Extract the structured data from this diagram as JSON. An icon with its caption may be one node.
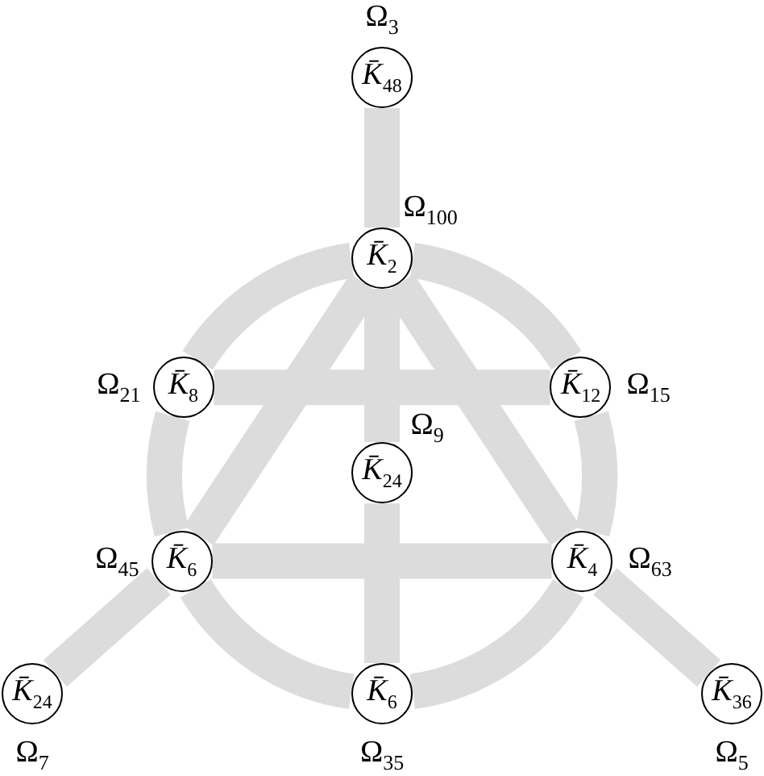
{
  "diagram": {
    "nodes": [
      {
        "text": [
          "*K̄*$_{48}$"
        ],
        "beside": [
          "Ω$_{3}$"
        ]
      },
      {
        "text": [
          "*K̄*$_{2}$"
        ],
        "beside": [
          "Ω$_{100}$"
        ]
      },
      {
        "text": [
          "*K̄*$_{8}$"
        ],
        "beside": [
          "Ω$_{21}$"
        ]
      },
      {
        "text": [
          "*K̄*$_{12}$"
        ],
        "beside": [
          "Ω$_{15}$"
        ]
      },
      {
        "text": [
          "*K̄*$_{24}$"
        ],
        "beside": [
          "Ω$_{9}$"
        ]
      },
      {
        "text": [
          "*K̄*$_{6}$"
        ],
        "beside": [
          "Ω$_{45}$"
        ]
      },
      {
        "text": [
          "*K̄*$_{4}$"
        ],
        "beside": [
          "Ω$_{63}$"
        ]
      },
      {
        "text": [
          "*K̄*$_{24}$"
        ],
        "beside": [
          "Ω$_{7}$"
        ]
      },
      {
        "text": [
          "*K̄*$_{6}$"
        ],
        "beside": [
          "Ω$_{35}$"
        ]
      },
      {
        "text": [
          "*K̄*$_{36}$"
        ],
        "beside": [
          "Ω$_{5}$"
        ]
      }
    ],
    "edges": [
      {
        "from": 0,
        "to": 1,
        "arrow": "none"
      },
      {
        "from": 1,
        "to": 2,
        "arrow": "none"
      },
      {
        "from": 1,
        "to": 3,
        "arrow": "none"
      },
      {
        "from": 1,
        "to": 5,
        "arrow": "none"
      },
      {
        "from": 1,
        "to": 6,
        "arrow": "none"
      },
      {
        "from": 1,
        "to": 4,
        "arrow": "none"
      },
      {
        "from": 2,
        "to": 3,
        "arrow": "none"
      },
      {
        "from": 2,
        "to": 5,
        "arrow": "none"
      },
      {
        "from": 3,
        "to": 6,
        "arrow": "none"
      },
      {
        "from": 4,
        "to": 8,
        "arrow": "none"
      },
      {
        "from": 5,
        "to": 6,
        "arrow": "none"
      },
      {
        "from": 5,
        "to": 7,
        "arrow": "none"
      },
      {
        "from": 6,
        "to": 9,
        "arrow": "none"
      },
      {
        "from": 5,
        "to": 8,
        "arrow": "none"
      },
      {
        "from": 6,
        "to": 8,
        "arrow": "none"
      }
    ]
  }
}
